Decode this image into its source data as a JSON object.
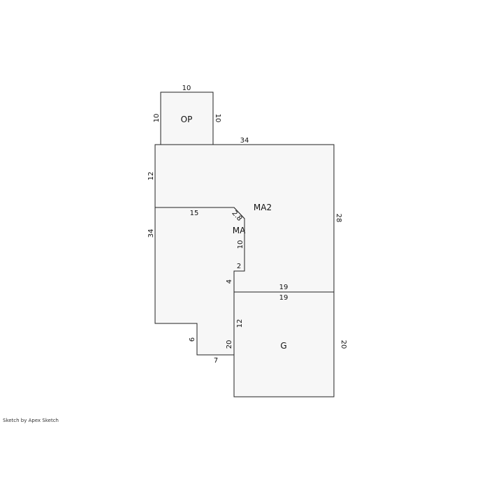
{
  "areas": {
    "op": "OP",
    "ma2": "MA2",
    "ma": "MA",
    "g": "G"
  },
  "dimensions": {
    "op_top": "10",
    "op_left": "10",
    "op_right": "10",
    "ma2_top": "34",
    "ma2_left": "12",
    "ma2_right": "28",
    "ma_divider": "15",
    "ma_diagonal": "2.8",
    "ma_inner_vertical": "10",
    "ma_step": "2",
    "ma_lower_vertical": "4",
    "ma_left": "34",
    "g_top_outer": "19",
    "g_top_inner": "19",
    "g_left_upper": "12",
    "g_left": "20",
    "g_right": "20",
    "notch_vertical": "6",
    "notch_bottom": "7"
  },
  "footer": {
    "credit": "Sketch by Apex Sketch"
  }
}
